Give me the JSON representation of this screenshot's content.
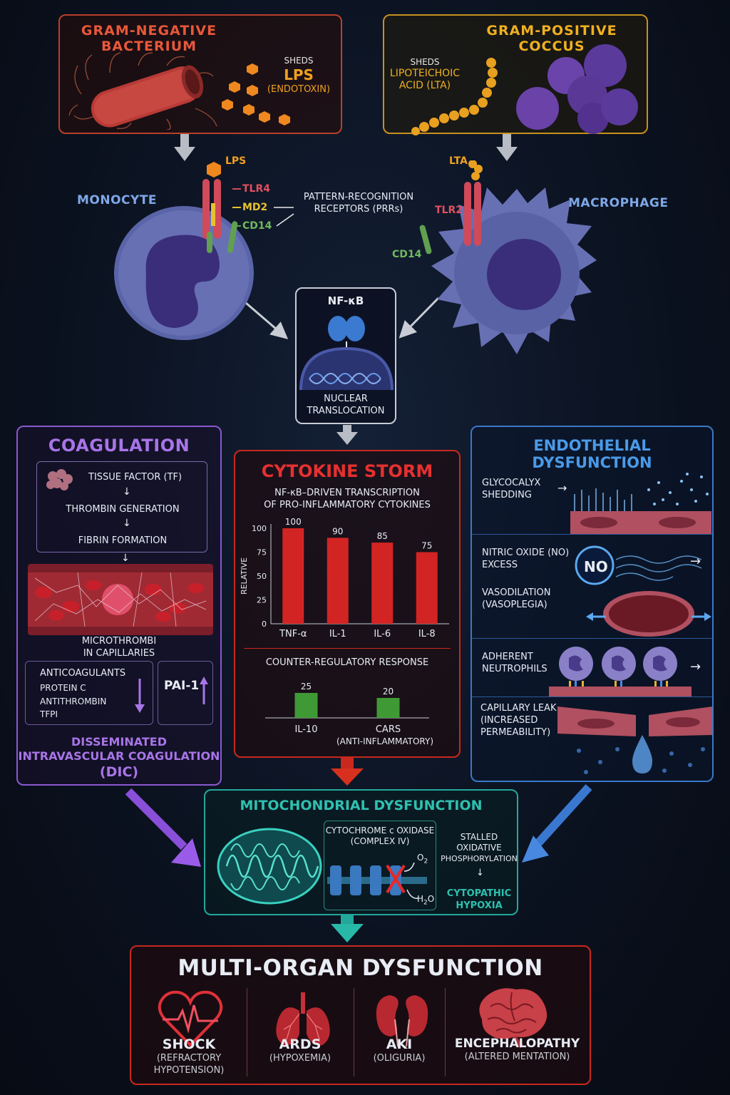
{
  "gram_negative": {
    "title_line1": "GRAM-NEGATIVE",
    "title_line2": "BACTERIUM",
    "sheds": "SHEDS",
    "lps": "LPS",
    "endotoxin": "(ENDOTOXIN)"
  },
  "gram_positive": {
    "title_line1": "GRAM-POSITIVE",
    "title_line2": "COCCUS",
    "sheds": "SHEDS",
    "lta_line1": "LIPOTEICHOIC",
    "lta_line2": "ACID (LTA)"
  },
  "monocyte": {
    "label": "MONOCYTE",
    "lps": "LPS",
    "tlr4": "TLR4",
    "md2": "MD2",
    "cd14": "CD14",
    "prr_line1": "PATTERN-RECOGNITION",
    "prr_line2": "RECEPTORS (PRRs)"
  },
  "macrophage": {
    "label": "MACROPHAGE",
    "lta": "LTA",
    "tlr2": "TLR2",
    "cd14": "CD14"
  },
  "nfkb": {
    "title": "NF-κB",
    "line1": "NUCLEAR",
    "line2": "TRANSLOCATION"
  },
  "coagulation": {
    "title": "COAGULATION",
    "steps": [
      "TISSUE FACTOR (TF)",
      "THROMBIN GENERATION",
      "FIBRIN FORMATION"
    ],
    "microthrombi_line1": "MICROTHROMBI",
    "microthrombi_line2": "IN CAPILLARIES",
    "anticoagulants_title": "ANTICOAGULANTS",
    "anticoagulants": [
      "PROTEIN C",
      "ANTITHROMBIN",
      "TFPI"
    ],
    "pai": "PAI-1",
    "dic_line1": "DISSEMINATED",
    "dic_line2": "INTRAVASCULAR COAGULATION",
    "dic_line3": "(DIC)"
  },
  "cytokine": {
    "title": "CYTOKINE STORM",
    "subtitle_line1": "NF-κB–DRIVEN TRANSCRIPTION",
    "subtitle_line2": "OF PRO-INFLAMMATORY CYTOKINES",
    "ylabel": "RELATIVE",
    "counter_title": "COUNTER-REGULATORY RESPONSE",
    "anti_label": "(ANTI-INFLAMMATORY)"
  },
  "chart_data": [
    {
      "type": "bar",
      "categories": [
        "TNF-α",
        "IL-1",
        "IL-6",
        "IL-8"
      ],
      "values": [
        100,
        90,
        85,
        75
      ],
      "ylabel": "RELATIVE",
      "ylim": [
        0,
        100
      ],
      "yticks": [
        0,
        25,
        50,
        75,
        100
      ],
      "color": "#d32424"
    },
    {
      "type": "bar",
      "categories": [
        "IL-10",
        "CARS"
      ],
      "values": [
        25,
        20
      ],
      "ylim": [
        0,
        100
      ],
      "color": "#3f9a35"
    }
  ],
  "endothelial": {
    "title": "ENDOTHELIAL DYSFUNCTION",
    "glyco_line1": "GLYCOCALYX",
    "glyco_line2": "SHEDDING",
    "no_line1": "NITRIC OXIDE (NO)",
    "no_line2": "EXCESS",
    "no_symbol": "NO",
    "vaso_line1": "VASODILATION",
    "vaso_line2": "(VASOPLEGIA)",
    "neut_line1": "ADHERENT",
    "neut_line2": "NEUTROPHILS",
    "leak_line1": "CAPILLARY LEAK",
    "leak_line2": "(INCREASED",
    "leak_line3": "PERMEABILITY)"
  },
  "mito": {
    "title": "MITOCHONDRIAL DYSFUNCTION",
    "cox_line1": "CYTOCHROME c OXIDASE",
    "cox_line2": "(COMPLEX IV)",
    "o2": "O",
    "o2_sub": "2",
    "h2o_h": "H",
    "h2o_sub": "2",
    "h2o_o": "O",
    "stalled_line1": "STALLED",
    "stalled_line2": "OXIDATIVE",
    "stalled_line3": "PHOSPHORYLATION",
    "hypoxia_line1": "CYTOPATHIC",
    "hypoxia_line2": "HYPOXIA"
  },
  "mods": {
    "title": "MULTI-ORGAN DYSFUNCTION",
    "organs": [
      {
        "name": "SHOCK",
        "sub1": "(REFRACTORY",
        "sub2": "HYPOTENSION)"
      },
      {
        "name": "ARDS",
        "sub1": "(HYPOXEMIA)",
        "sub2": ""
      },
      {
        "name": "AKI",
        "sub1": "(OLIGURIA)",
        "sub2": ""
      },
      {
        "name": "ENCEPHALOPATHY",
        "sub1": "(ALTERED MENTATION)",
        "sub2": ""
      }
    ]
  },
  "colors": {
    "gram_neg": "#e8583a",
    "gram_pos": "#f0b020",
    "monocyte": "#7fa8e8",
    "coag": "#a875e8",
    "cytokine": "#e53030",
    "endo": "#4a8fe0",
    "mito": "#2fc0b0",
    "mods": "#e84848"
  }
}
